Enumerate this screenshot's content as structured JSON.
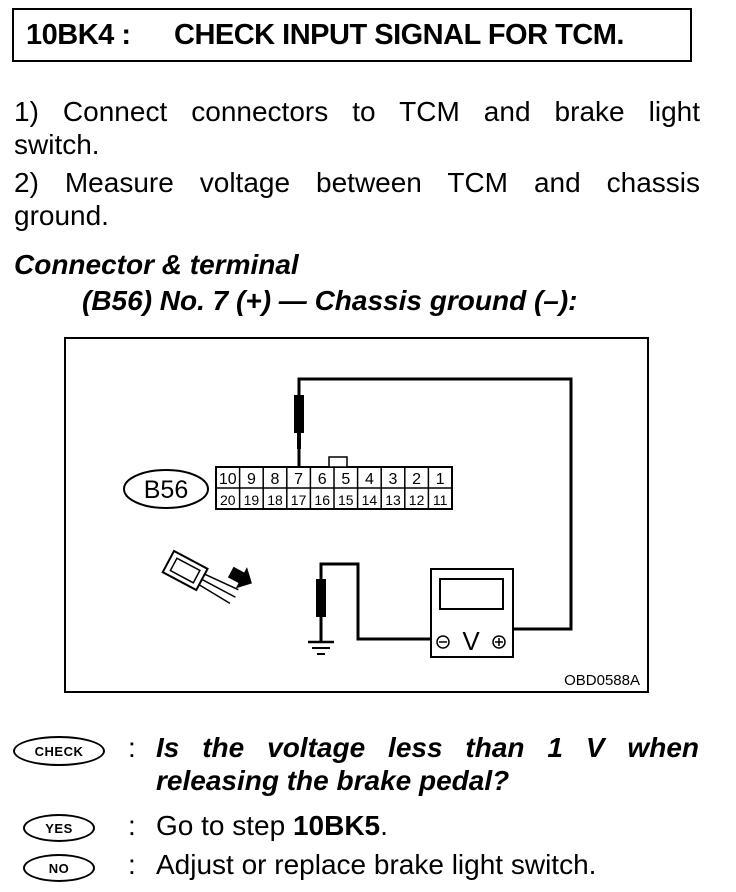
{
  "title": {
    "code": "10BK4 :",
    "text": "CHECK INPUT SIGNAL FOR TCM."
  },
  "steps": [
    {
      "line1": "1) Connect connectors to TCM and brake light",
      "line2": "switch."
    },
    {
      "line1": "2) Measure voltage between TCM and chassis",
      "line2": "ground."
    }
  ],
  "connector_heading": "Connector & terminal",
  "connector_spec": "(B56) No. 7 (+) — Chassis ground (–):",
  "figure": {
    "connector_label": "B56",
    "top_row": [
      "10",
      "9",
      "8",
      "7",
      "6",
      "5",
      "4",
      "3",
      "2",
      "1"
    ],
    "bottom_row": [
      "20",
      "19",
      "18",
      "17",
      "16",
      "15",
      "14",
      "13",
      "12",
      "11"
    ],
    "meter_symbol": "V",
    "code": "OBD0588A"
  },
  "check": {
    "badge": "CHECK",
    "line1": "Is the voltage less than 1 V when",
    "line2": "releasing the brake pedal?"
  },
  "yes": {
    "badge": "YES",
    "prefix": "Go to step ",
    "step": "10BK5",
    "suffix": "."
  },
  "no": {
    "badge": "NO",
    "text": "Adjust or replace brake light switch."
  }
}
